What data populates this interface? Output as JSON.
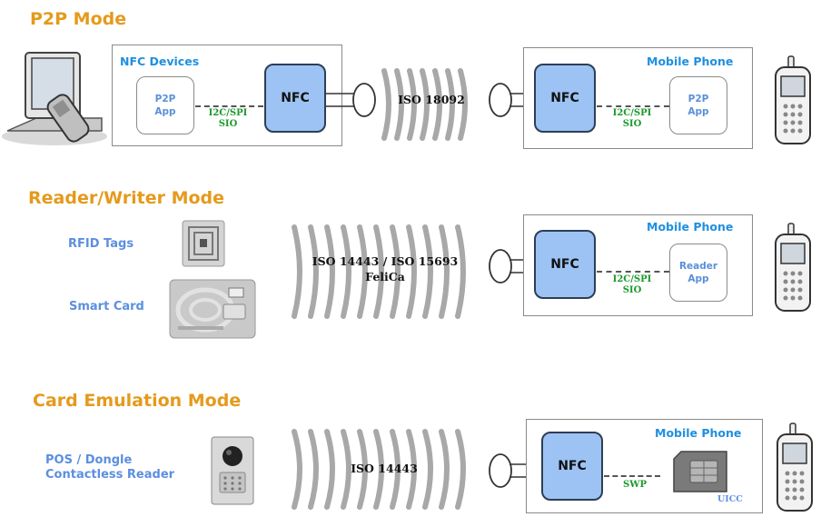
{
  "p2p": {
    "title": "P2P Mode",
    "left_panel_title": "NFC Devices",
    "left_app": "P2P\nApp",
    "left_iface_1": "I2C/SPI",
    "left_iface_2": "SIO",
    "left_nfc": "NFC",
    "protocol": "ISO 18092",
    "right_panel_title": "Mobile Phone",
    "right_nfc": "NFC",
    "right_iface_1": "I2C/SPI",
    "right_iface_2": "SIO",
    "right_app": "P2P\nApp"
  },
  "reader": {
    "title": "Reader/Writer Mode",
    "rfid_label": "RFID Tags",
    "smart_card_label": "Smart Card",
    "protocol_1": "ISO 14443 / ISO 15693",
    "protocol_2": "FeliCa",
    "panel_title": "Mobile Phone",
    "nfc": "NFC",
    "iface_1": "I2C/SPI",
    "iface_2": "SIO",
    "app": "Reader\nApp"
  },
  "card": {
    "title": "Card Emulation Mode",
    "pos_label_1": "POS / Dongle",
    "pos_label_2": "Contactless Reader",
    "protocol": "ISO 14443",
    "panel_title": "Mobile Phone",
    "nfc": "NFC",
    "iface": "SWP",
    "uicc": "UICC"
  },
  "icons": [
    "computer-with-phone-icon",
    "mobile-phone-icon",
    "rfid-tag-icon",
    "smart-card-icon",
    "pos-reader-icon",
    "sim-card-icon",
    "antenna-coil-icon",
    "radio-wave-icon"
  ],
  "colors": {
    "mode_title": "#e59a1c",
    "panel_title": "#1f8fe0",
    "nfc_fill": "#9cc3f4",
    "iface_text": "#1a9a2a",
    "side_label": "#5b8fe0"
  }
}
